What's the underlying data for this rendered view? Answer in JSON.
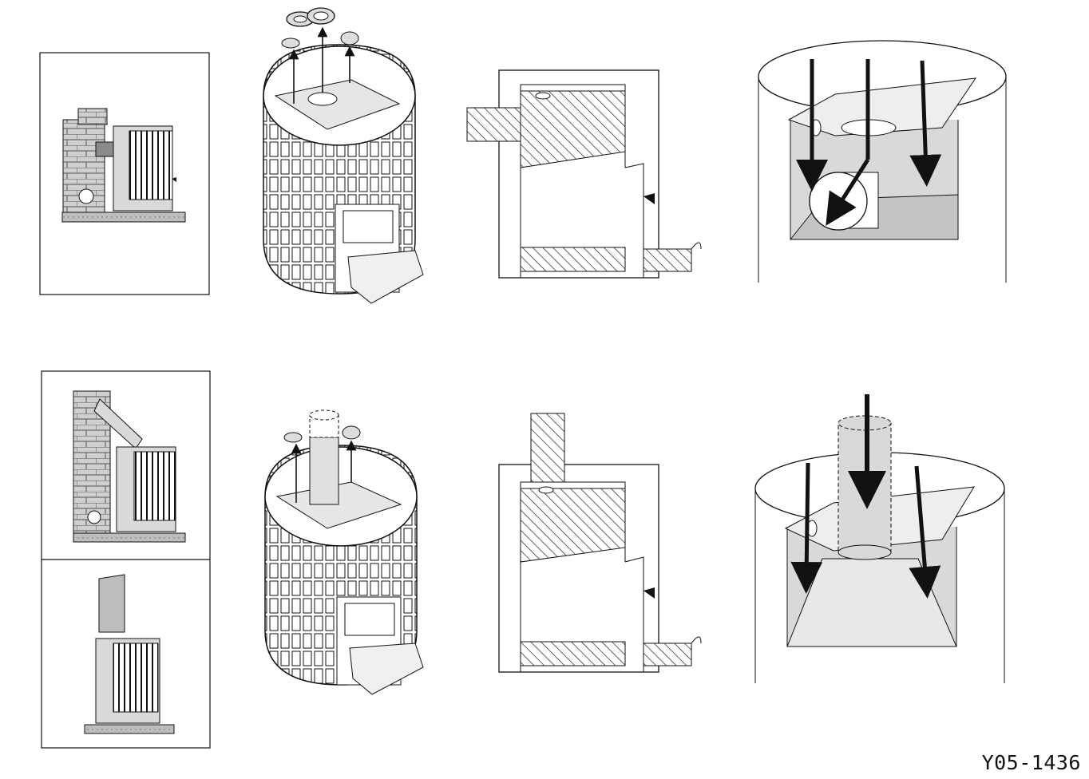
{
  "figure": {
    "code": "Y05-1436"
  },
  "colors": {
    "line": "#111111",
    "fill_light": "#d9d9d9",
    "fill_mid": "#bdbdbd",
    "brick": "#cfcfcf",
    "hatch": "#222222"
  },
  "rows": [
    {
      "name": "rear-flue-connection",
      "panels": [
        "side-view-rear-connection",
        "heater-exploded-top",
        "section-rear-connection",
        "top-detail-rear-connection"
      ]
    },
    {
      "name": "top-flue-connection",
      "panels": [
        "side-view-top-connection",
        "heater-top-pipe",
        "section-top-connection",
        "top-detail-top-connection"
      ]
    }
  ]
}
